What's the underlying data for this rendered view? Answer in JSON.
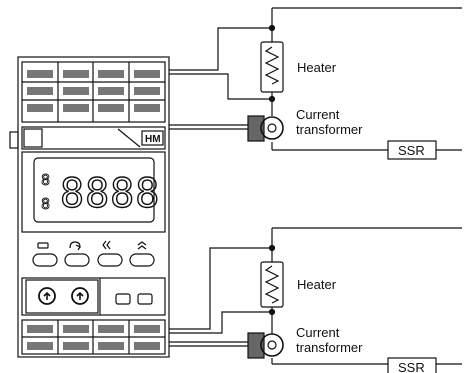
{
  "top_circuit": {
    "heater_label": "Heater",
    "ct_label_line1": "Current",
    "ct_label_line2": "transformer",
    "ssr_label": "SSR"
  },
  "bottom_circuit": {
    "heater_label": "Heater",
    "ct_label_line1": "Current",
    "ct_label_line2": "transformer",
    "ssr_label": "SSR"
  },
  "controller": {
    "model_badge": "HM",
    "main_display": "8888",
    "side_indicators": [
      "8",
      "8"
    ],
    "key_icons": [
      "rectangle-key-icon",
      "return-key-icon",
      "double-left-chevron-icon",
      "double-up-chevron-icon"
    ]
  }
}
